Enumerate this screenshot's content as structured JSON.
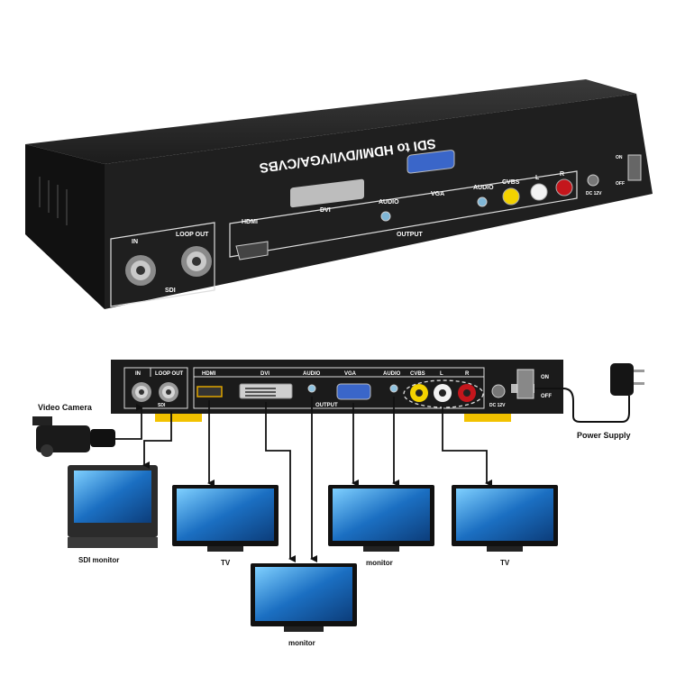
{
  "device": {
    "title": "SDI to HDMI/DVI/VGA/CVBS",
    "in_label": "IN",
    "loop_out_label": "LOOP OUT",
    "sdi_label": "SDI",
    "hdmi_label": "HDMI",
    "dvi_label": "DVI",
    "audio_label": "AUDIO",
    "vga_label": "VGA",
    "cvbs_label": "CVBS",
    "l_label": "L",
    "r_label": "R",
    "output_label": "OUTPUT",
    "dc_label": "DC 12V",
    "on_label": "ON",
    "off_label": "OFF"
  },
  "diagram": {
    "video_camera": "Video Camera",
    "power_supply": "Power Supply",
    "sdi_monitor": "SDI monitor",
    "tv_left": "TV",
    "monitor_vga": "monitor",
    "tv_right": "TV",
    "monitor_dvi": "monitor"
  },
  "colors": {
    "device_body": "#1b1b1b",
    "device_panel": "#2a2a2a",
    "label_text": "#ffffff",
    "highlight_strip": "#f2c200",
    "rca_yellow": "#f3d200",
    "rca_red": "#c4161c",
    "rca_white": "#f2f2f2",
    "vga_blue": "#3a66c9",
    "screen_blue": "#1b6fc2"
  }
}
